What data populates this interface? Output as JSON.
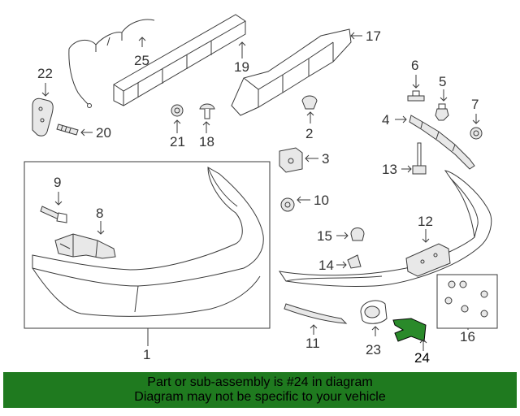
{
  "diagram": {
    "highlight_color": "#1f7a1f",
    "callouts": {
      "p1": "1",
      "p2": "2",
      "p3": "3",
      "p4": "4",
      "p5": "5",
      "p6": "6",
      "p7": "7",
      "p8": "8",
      "p9": "9",
      "p10": "10",
      "p11": "11",
      "p12": "12",
      "p13": "13",
      "p14": "14",
      "p15": "15",
      "p16": "16",
      "p17": "17",
      "p18": "18",
      "p19": "19",
      "p20": "20",
      "p21": "21",
      "p22": "22",
      "p23": "23",
      "p24": "24",
      "p25": "25"
    }
  },
  "banner": {
    "line1": "Part or sub-assembly is #24 in diagram",
    "line2": "Diagram may not be specific to your vehicle"
  }
}
